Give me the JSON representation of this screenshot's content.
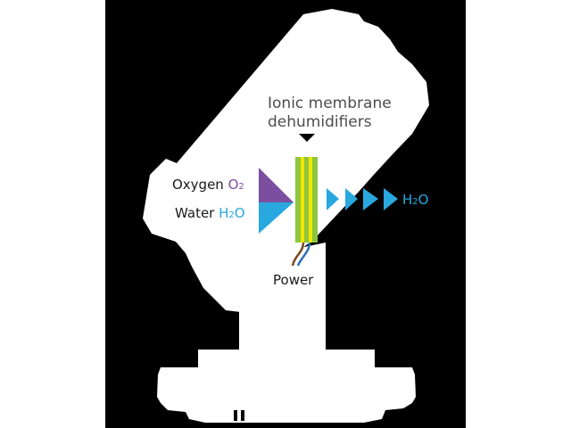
{
  "title": {
    "line1": "Ionic membrane",
    "line2": "dehumidifiers"
  },
  "inputs": {
    "oxygen_label": "Oxygen",
    "oxygen_formula": "O",
    "oxygen_sub": "2",
    "water_label": "Water",
    "water_formula": "H",
    "water_sub": "2",
    "water_tail": "O"
  },
  "output": {
    "formula": "H",
    "sub": "2",
    "tail": "O"
  },
  "power_label": "Power",
  "colors": {
    "background": "#000000",
    "fixture": "#ffffff",
    "oxygen": "#7b4ea0",
    "water": "#29a8e0",
    "membrane_green": "#8dc63f",
    "membrane_yellow": "#f2e600",
    "wire_brown": "#7a4a1e",
    "wire_blue": "#2e6fb5",
    "title_text": "#4d4d4d"
  },
  "icons": [
    "down-arrow-icon",
    "oxygen-triangle-icon",
    "water-triangle-icon",
    "h2o-chevron-icon"
  ]
}
